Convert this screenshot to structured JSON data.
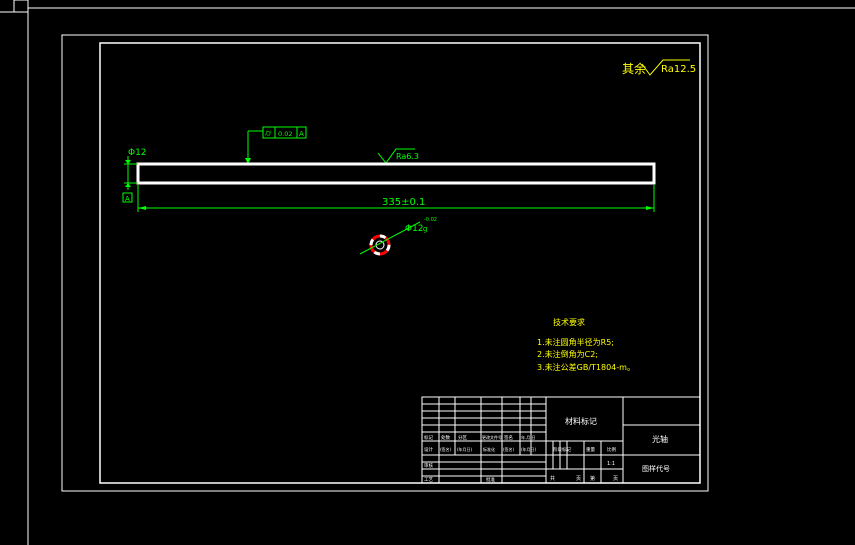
{
  "colors": {
    "background": "#000000",
    "frame": "#ffffff",
    "dimension": "#00ff00",
    "annotation": "#ffff00",
    "part": "#ffffff",
    "marker": "#ff0000"
  },
  "surface_finish": {
    "general_prefix": "其余",
    "general_value": "Ra12.5",
    "local_value": "Ra6.3"
  },
  "dimensions": {
    "diameter_label": "Φ12",
    "length_label": "335±0.1",
    "section_diameter": "Φ12",
    "section_tolerance_class": "g",
    "section_tolerance_value": "-0.02"
  },
  "geometric_tolerance": {
    "symbol": "⌭",
    "value": "0.02",
    "datum": "A"
  },
  "datum_label": "A",
  "technical_requirements": {
    "title": "技术要求",
    "items": [
      "1.未注圆角半径为R5;",
      "2.未注倒角为C2;",
      "3.未注公差GB/T1804-m。"
    ]
  },
  "title_block": {
    "material_label": "材料标记",
    "part_name": "光轴",
    "drawing_number_label": "图样代号",
    "header_row": [
      "标记",
      "处数",
      "分区",
      "更改文件号",
      "签名",
      "年.月.日"
    ],
    "sign_row": [
      "设计",
      "(签名)",
      "(年月日)",
      "标准化",
      "(签名)",
      "(年月日)"
    ],
    "review_label": "审核",
    "process_label": "工艺",
    "approve_label": "批准",
    "stage_label": "阶段标记",
    "weight_label": "重量",
    "scale_label": "比例",
    "scale_value": "1:1",
    "sheet_total_label": "共",
    "sheet_unit": "页",
    "sheet_label": "第",
    "sheet_unit_2": "页"
  }
}
